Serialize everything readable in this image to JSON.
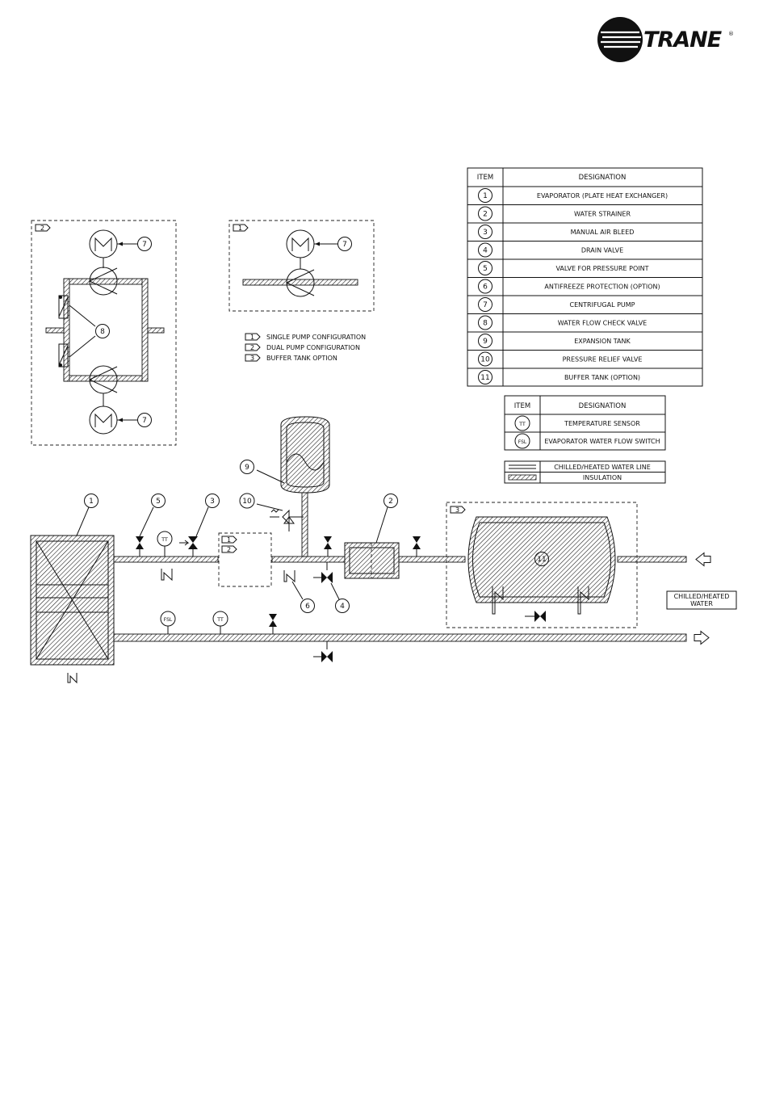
{
  "brand": {
    "name": "TRANE",
    "registered": "®"
  },
  "item_table": {
    "headers": [
      "ITEM",
      "DESIGNATION"
    ],
    "rows": [
      {
        "item": "1",
        "designation": "EVAPORATOR (PLATE HEAT EXCHANGER)"
      },
      {
        "item": "2",
        "designation": "WATER STRAINER"
      },
      {
        "item": "3",
        "designation": "MANUAL AIR BLEED"
      },
      {
        "item": "4",
        "designation": "DRAIN VALVE"
      },
      {
        "item": "5",
        "designation": "VALVE FOR PRESSURE POINT"
      },
      {
        "item": "6",
        "designation": "ANTIFREEZE PROTECTION (OPTION)"
      },
      {
        "item": "7",
        "designation": "CENTRIFUGAL PUMP"
      },
      {
        "item": "8",
        "designation": "WATER FLOW CHECK VALVE"
      },
      {
        "item": "9",
        "designation": "EXPANSION TANK"
      },
      {
        "item": "10",
        "designation": "PRESSURE RELIEF VALVE"
      },
      {
        "item": "11",
        "designation": "BUFFER TANK (OPTION)"
      }
    ]
  },
  "sensor_table": {
    "headers": [
      "ITEM",
      "DESIGNATION"
    ],
    "rows": [
      {
        "item": "TT",
        "designation": "TEMPERATURE SENSOR"
      },
      {
        "item": "FSL",
        "designation": "EVAPORATOR WATER FLOW SWITCH"
      }
    ]
  },
  "line_legend": [
    {
      "designation": "CHILLED/HEATED WATER LINE"
    },
    {
      "designation": "INSULATION"
    }
  ],
  "config_legend": [
    {
      "tag": "1",
      "label": "SINGLE PUMP CONFIGURATION"
    },
    {
      "tag": "2",
      "label": "DUAL PUMP CONFIGURATION"
    },
    {
      "tag": "3",
      "label": "BUFFER TANK OPTION"
    }
  ],
  "callouts": {
    "evaporator": "1",
    "strainer": "2",
    "air_bleed": "3",
    "drain_valve": "4",
    "pressure_point_valve": "5",
    "antifreeze": "6",
    "pump": "7",
    "check_valve": "8",
    "expansion_tank": "9",
    "relief_valve": "10",
    "buffer_tank": "11"
  },
  "sensors": {
    "temperature": "TT",
    "flow_switch": "FSL"
  },
  "water_label": {
    "line1": "CHILLED/HEATED",
    "line2": "WATER"
  }
}
